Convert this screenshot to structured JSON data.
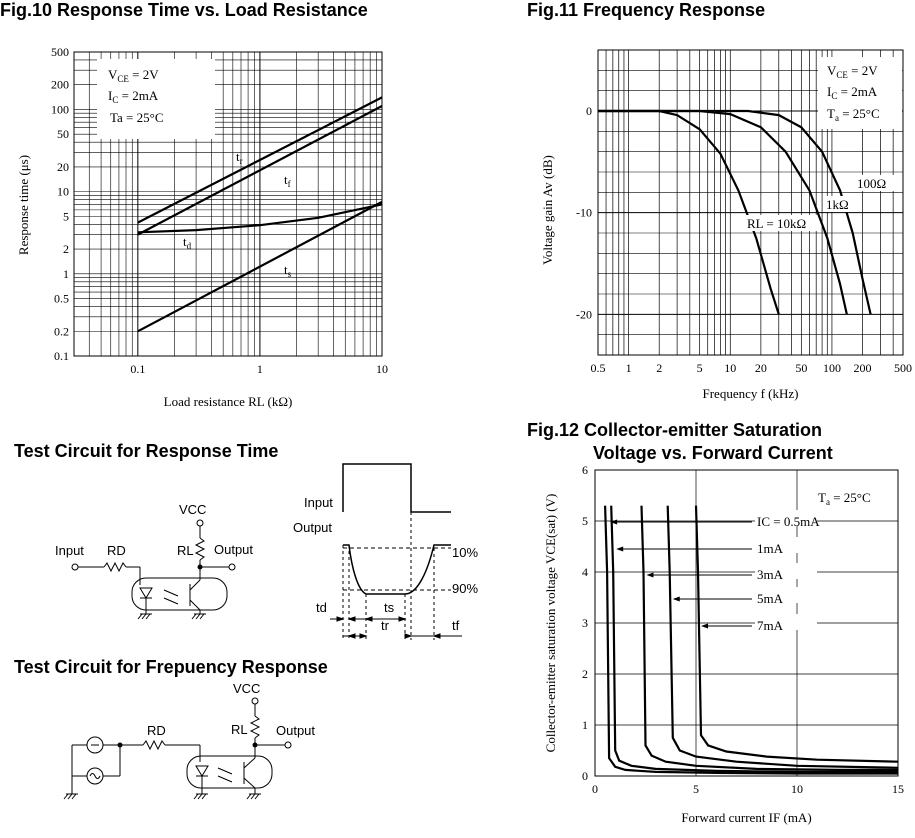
{
  "figures": {
    "fig10": {
      "title": "Fig.10 Response Time vs. Load Resistance"
    },
    "fig11": {
      "title": "Fig.11 Frequency Response"
    },
    "fig12": {
      "title_line1": "Fig.12 Collector-emitter Saturation",
      "title_line2": "Voltage vs. Forward Current"
    },
    "test_rt": {
      "title": "Test Circuit for Response Time"
    },
    "test_fr": {
      "title": "Test Circuit for Frepuency Response"
    }
  },
  "chart_data": [
    {
      "id": "fig10",
      "type": "line",
      "title": "Fig.10 Response Time vs. Load Resistance",
      "xlabel": "Load resistance RL (kΩ)",
      "ylabel": "Response time (μs)",
      "xscale": "log",
      "yscale": "log",
      "xlim": [
        0.03,
        10
      ],
      "ylim": [
        0.1,
        500
      ],
      "xticks": [
        0.1,
        1,
        10
      ],
      "xtick_labels": [
        "0.1",
        "1",
        "10"
      ],
      "yticks": [
        0.1,
        0.2,
        0.5,
        1,
        2,
        5,
        10,
        20,
        50,
        100,
        200,
        500
      ],
      "ytick_labels": [
        "0.1",
        "0.2",
        "0.5",
        "1",
        "2",
        "5",
        "10",
        "20",
        "50",
        "100",
        "200",
        "500"
      ],
      "grid": true,
      "conditions": [
        "VCE = 2V",
        "IC = 2mA",
        "Ta = 25°C"
      ],
      "series": [
        {
          "name": "tr",
          "x": [
            0.1,
            10
          ],
          "y": [
            4.2,
            140
          ]
        },
        {
          "name": "tf",
          "x": [
            0.1,
            10
          ],
          "y": [
            3.0,
            110
          ]
        },
        {
          "name": "td",
          "x": [
            0.1,
            0.3,
            1,
            3,
            10
          ],
          "y": [
            3.2,
            3.4,
            3.9,
            4.8,
            7.0
          ]
        },
        {
          "name": "ts",
          "x": [
            0.1,
            10
          ],
          "y": [
            0.2,
            7.5
          ]
        }
      ]
    },
    {
      "id": "fig11",
      "type": "line",
      "title": "Fig.11 Frequency Response",
      "xlabel": "Frequency f (kHz)",
      "ylabel": "Voltage gain Av (dB)",
      "xscale": "log",
      "xlim": [
        0.5,
        500
      ],
      "ylim": [
        -24,
        6
      ],
      "xticks": [
        0.5,
        1,
        2,
        5,
        10,
        20,
        50,
        100,
        200,
        500
      ],
      "xtick_labels": [
        "0.5",
        "1",
        "2",
        "5",
        "10",
        "20",
        "50",
        "100",
        "200",
        "500"
      ],
      "yticks": [
        0,
        -10,
        -20
      ],
      "ytick_labels": [
        "0",
        "-10",
        "-20"
      ],
      "grid": true,
      "conditions": [
        "VCE = 2V",
        "IC = 2mA",
        "Ta = 25°C"
      ],
      "series": [
        {
          "name": "RL = 10kΩ",
          "x": [
            0.5,
            2,
            3,
            5,
            8,
            12,
            18,
            25,
            30
          ],
          "y": [
            0,
            0,
            -0.4,
            -1.8,
            -4.2,
            -7.8,
            -12.5,
            -17.5,
            -20
          ]
        },
        {
          "name": "1kΩ",
          "x": [
            0.5,
            5,
            10,
            20,
            35,
            60,
            90,
            120,
            140
          ],
          "y": [
            0,
            0,
            -0.3,
            -1.6,
            -4.0,
            -7.8,
            -12.5,
            -17.0,
            -20
          ]
        },
        {
          "name": "100Ω",
          "x": [
            0.5,
            15,
            30,
            50,
            80,
            120,
            160,
            200,
            240
          ],
          "y": [
            0,
            0,
            -0.4,
            -1.6,
            -4.0,
            -7.8,
            -12.0,
            -16.5,
            -20
          ]
        }
      ]
    },
    {
      "id": "fig12",
      "type": "line",
      "title": "Fig.12 Collector-emitter Saturation Voltage vs. Forward Current",
      "xlabel": "Forward current IF (mA)",
      "ylabel": "Collector-emitter saturation voltage VCE(sat) (V)",
      "xlim": [
        0,
        15
      ],
      "ylim": [
        0,
        6
      ],
      "xticks": [
        0,
        5,
        10,
        15
      ],
      "xtick_labels": [
        "0",
        "5",
        "10",
        "15"
      ],
      "yticks": [
        0,
        1,
        2,
        3,
        4,
        5,
        6
      ],
      "ytick_labels": [
        "0",
        "1",
        "2",
        "3",
        "4",
        "5",
        "6"
      ],
      "grid": true,
      "conditions": [
        "Ta = 25°C"
      ],
      "series": [
        {
          "name": "IC = 0.5mA",
          "x": [
            0.5,
            0.6,
            0.7,
            1.0,
            1.5,
            3,
            6,
            10,
            15
          ],
          "y": [
            5.3,
            4.0,
            0.35,
            0.18,
            0.12,
            0.08,
            0.06,
            0.05,
            0.05
          ]
        },
        {
          "name": "1mA",
          "x": [
            0.8,
            0.9,
            1.0,
            1.2,
            1.8,
            3,
            6,
            10,
            15
          ],
          "y": [
            5.3,
            4.0,
            0.5,
            0.3,
            0.2,
            0.14,
            0.1,
            0.08,
            0.08
          ]
        },
        {
          "name": "3mA",
          "x": [
            2.3,
            2.4,
            2.5,
            2.8,
            3.5,
            5,
            8,
            12,
            15
          ],
          "y": [
            5.3,
            4.0,
            0.6,
            0.4,
            0.28,
            0.2,
            0.14,
            0.12,
            0.12
          ]
        },
        {
          "name": "5mA",
          "x": [
            3.6,
            3.7,
            3.85,
            4.2,
            5,
            7,
            10,
            15
          ],
          "y": [
            5.3,
            4.0,
            0.75,
            0.5,
            0.38,
            0.28,
            0.2,
            0.16
          ]
        },
        {
          "name": "7mA",
          "x": [
            5.0,
            5.1,
            5.25,
            5.6,
            6.5,
            8.5,
            11,
            15
          ],
          "y": [
            5.3,
            4.0,
            0.8,
            0.6,
            0.48,
            0.38,
            0.32,
            0.28
          ]
        }
      ]
    }
  ],
  "circuit_rt": {
    "input": "Input",
    "rd": "RD",
    "vcc": "VCC",
    "rl": "RL",
    "output": "Output"
  },
  "timing": {
    "input": "Input",
    "output": "Output",
    "p10": "10%",
    "p90": "90%",
    "td": "td",
    "ts": "ts",
    "tr": "tr",
    "tf": "tf"
  },
  "circuit_fr": {
    "rd": "RD",
    "vcc": "VCC",
    "rl": "RL",
    "output": "Output"
  }
}
